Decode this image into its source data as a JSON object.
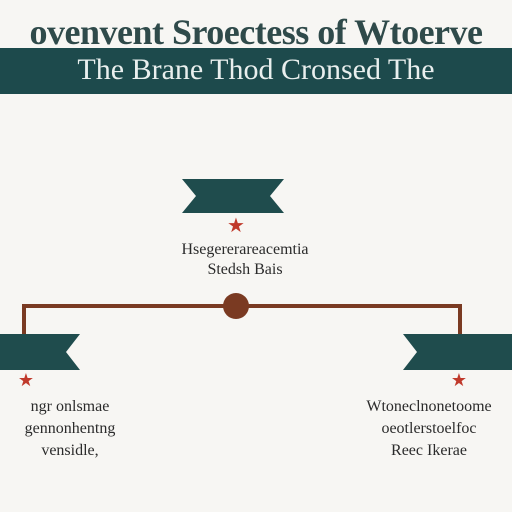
{
  "header": {
    "title": "ovenvent Sroectess of Wtoerve",
    "subtitle": "The Brane Thod Cronsed The"
  },
  "nodes": {
    "top": {
      "line1": "Hsegererareacemtia",
      "line2": "Stedsh Bais"
    },
    "left": {
      "line1": "ngr onlsmae",
      "line2": "gennonhentng",
      "line3": "vensidle,"
    },
    "right": {
      "line1": "Wtoneclnonetoome",
      "line2": "oeotlerstoelfoc",
      "line3": "Reec Ikerae"
    }
  },
  "colors": {
    "banner": "#1d4a4c",
    "connector": "#7a3a22",
    "star": "#c0392b",
    "ribbon": "#1f4c4d"
  }
}
